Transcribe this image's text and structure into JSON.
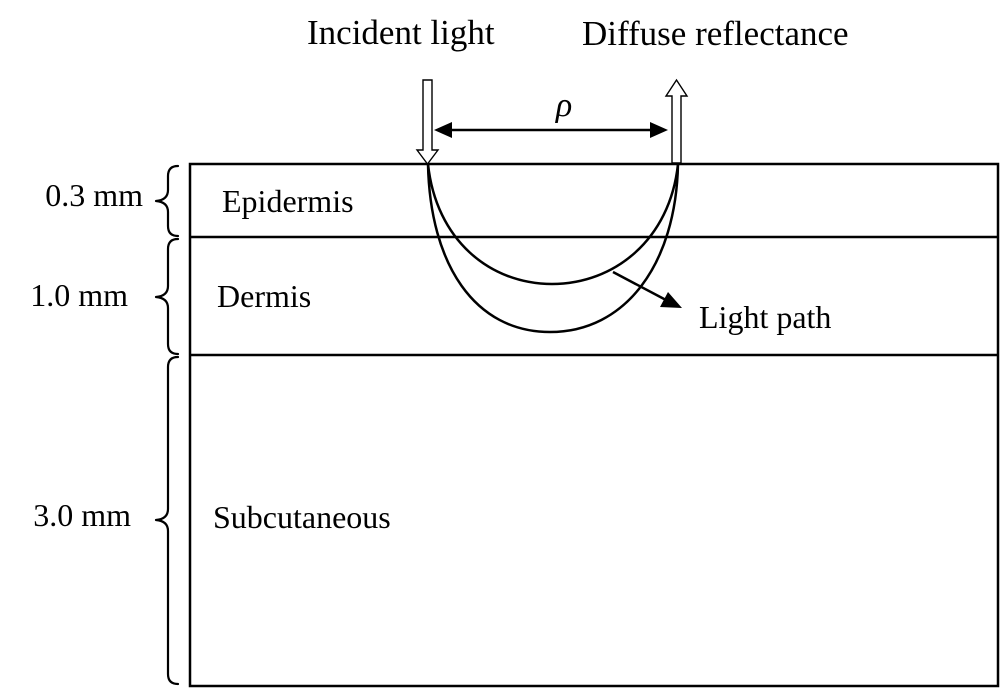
{
  "labels": {
    "incident_light": "Incident light",
    "diffuse_reflectance": "Diffuse reflectance",
    "rho": "ρ",
    "light_path": "Light path"
  },
  "layers": [
    {
      "name": "Epidermis",
      "thickness": "0.3 mm"
    },
    {
      "name": "Dermis",
      "thickness": "1.0 mm"
    },
    {
      "name": "Subcutaneous",
      "thickness": "3.0 mm"
    }
  ],
  "colors": {
    "stroke": "#000000",
    "background": "#ffffff"
  }
}
